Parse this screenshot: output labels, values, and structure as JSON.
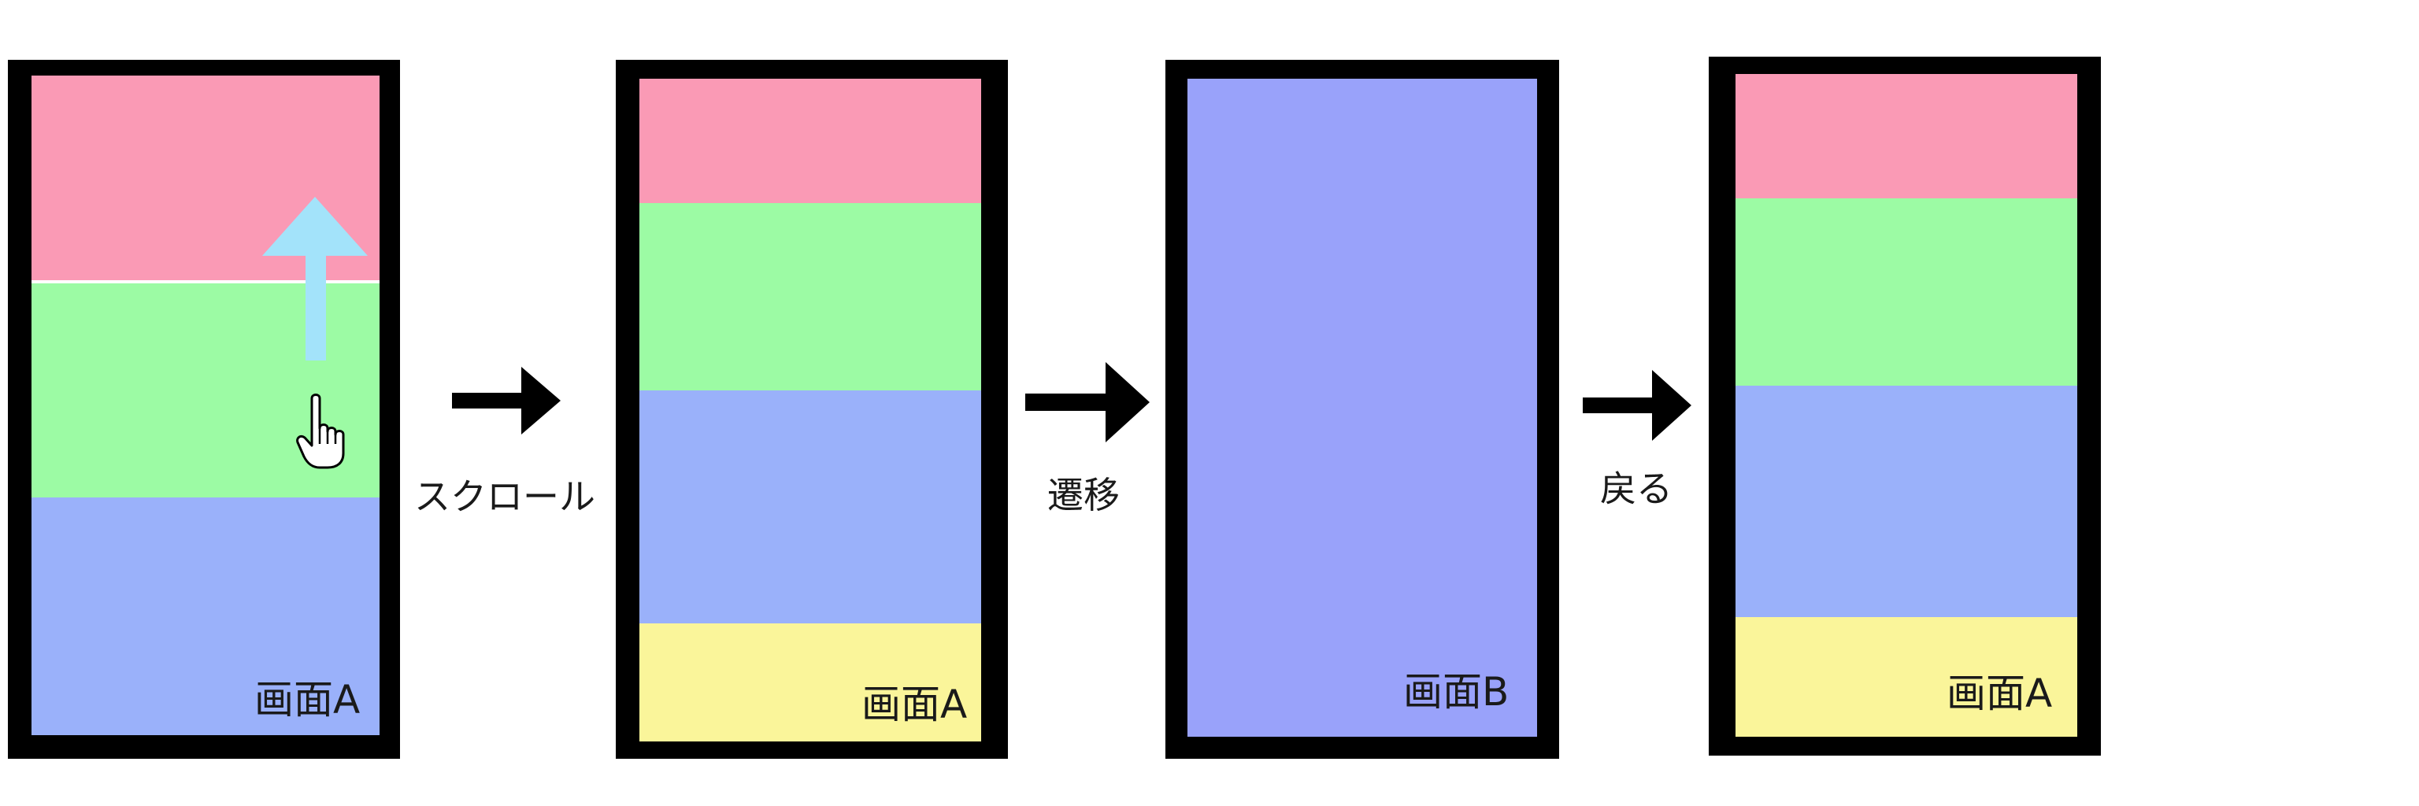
{
  "colors": {
    "frame": "#000000",
    "red": "#fa9ab5",
    "green": "#9cfba4",
    "blue": "#9ab1fa",
    "yellow": "#faf59a",
    "screen_b": "#99a2fa",
    "swipe_arrow": "#a3e3fa"
  },
  "panels": [
    {
      "label": "画面A",
      "bands": [
        "red",
        "green",
        "blue"
      ],
      "gesture": [
        "swipe-up-arrow",
        "pointer-hand"
      ]
    },
    {
      "label": "画面A",
      "bands": [
        "red",
        "green",
        "blue",
        "yellow"
      ]
    },
    {
      "label": "画面B",
      "bands": [
        "screen_b"
      ]
    },
    {
      "label": "画面A",
      "bands": [
        "red",
        "green",
        "blue",
        "yellow"
      ]
    }
  ],
  "transitions": [
    {
      "label": "スクロール",
      "icon": "arrow-right"
    },
    {
      "label": "遷移",
      "icon": "arrow-right"
    },
    {
      "label": "戻る",
      "icon": "arrow-right"
    }
  ]
}
